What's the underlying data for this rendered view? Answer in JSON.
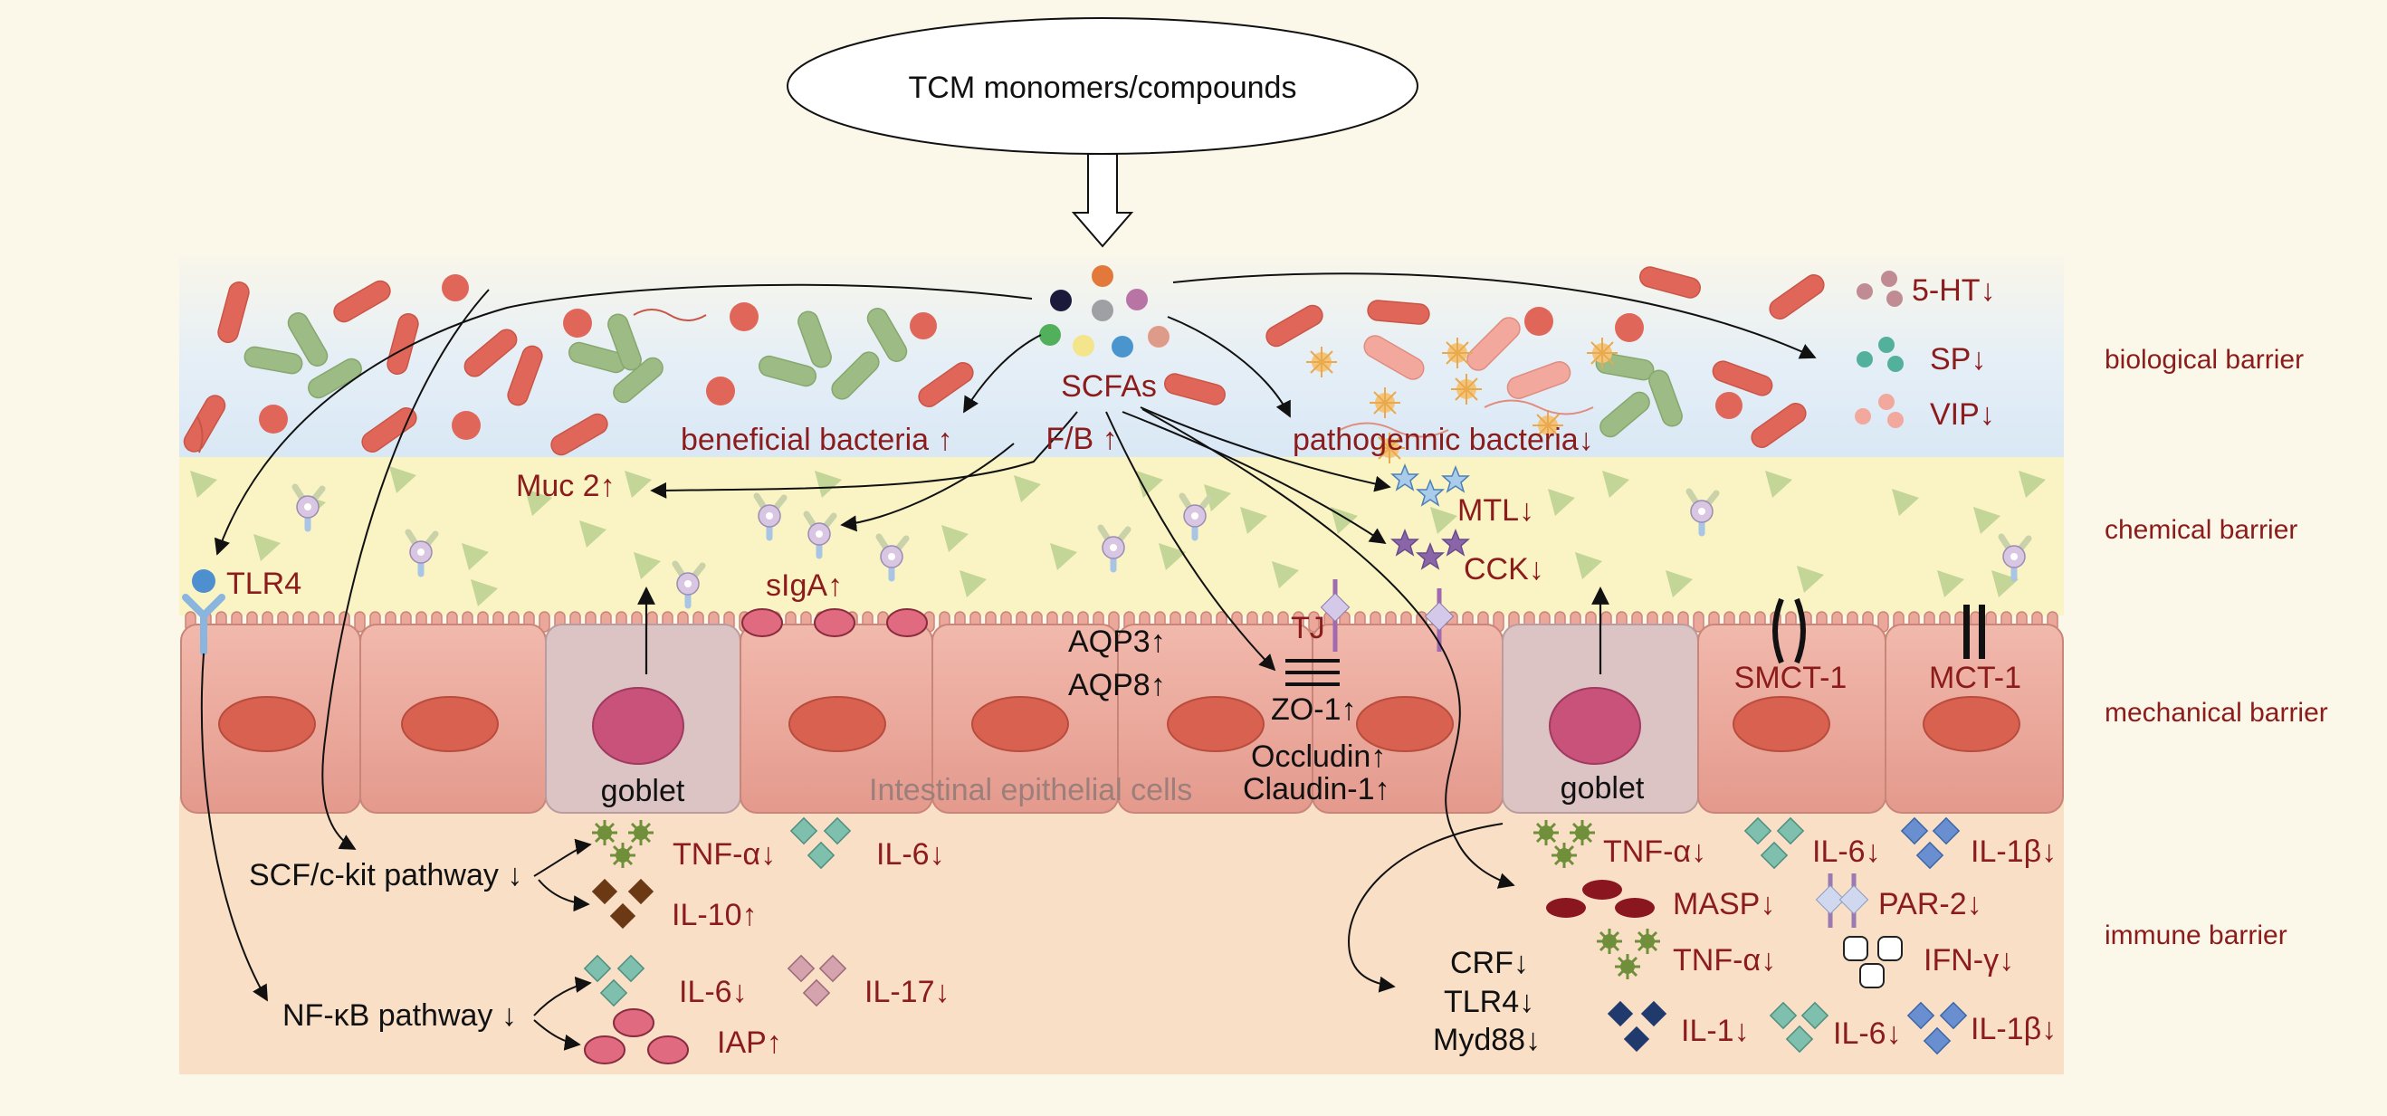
{
  "top": {
    "title": "TCM monomers/compounds"
  },
  "layers": [
    "biological barrier",
    "chemical barrier",
    "mechanical barrier",
    "immune barrier"
  ],
  "biological": {
    "scfas": "SCFAs",
    "fb": "F/B ↑",
    "beneficial": "beneficial bacteria ↑",
    "pathogenic": "pathogennic bacteria↓",
    "ht5": "5-HT↓",
    "sp": "SP↓",
    "vip": "VIP↓"
  },
  "chemical": {
    "muc2": "Muc 2↑",
    "tlr4": "TLR4",
    "siga": "sIgA↑",
    "mtl": "MTL↓",
    "cck": "CCK↓"
  },
  "mechanical": {
    "goblet1": "goblet",
    "goblet2": "goblet",
    "aqp3": "AQP3↑",
    "aqp8": "AQP8↑",
    "tj": "TJ",
    "zo1": "ZO-1↑",
    "occludin": "Occludin↑",
    "claudin": "Claudin-1↑",
    "iec": "Intestinal epithelial cells",
    "smct1": "SMCT-1",
    "mct1": "MCT-1"
  },
  "immune": {
    "scf": "SCF/c-kit pathway ↓",
    "nfkb": "NF-κB pathway ↓",
    "tnf1": "TNF-α↓",
    "il6a": "IL-6↓",
    "il10": "IL-10↑",
    "il6b": "IL-6↓",
    "il17": "IL-17↓",
    "iap": "IAP↑",
    "tnf2": "TNF-α↓",
    "il6c": "IL-6↓",
    "il1b1": "IL-1β↓",
    "masp": "MASP↓",
    "par2": "PAR-2↓",
    "tnf3": "TNF-α↓",
    "ifng": "IFN-γ↓",
    "crf": "CRF↓",
    "tlr4b": "TLR4↓",
    "myd88": "Myd88↓",
    "il1": "IL-1↓",
    "il6d": "IL-6↓",
    "il1b2": "IL-1β↓"
  },
  "colors": {
    "label_red": "#8c1c1c",
    "bio_band": "#e1ecf6",
    "chem_band": "#faf3c4",
    "cell": "#eaa79a",
    "nucleus": "#d9614f",
    "immune_band": "#f8dfc6",
    "bacteria_red": "#e0665a",
    "bacteria_green": "#9dbb84"
  }
}
